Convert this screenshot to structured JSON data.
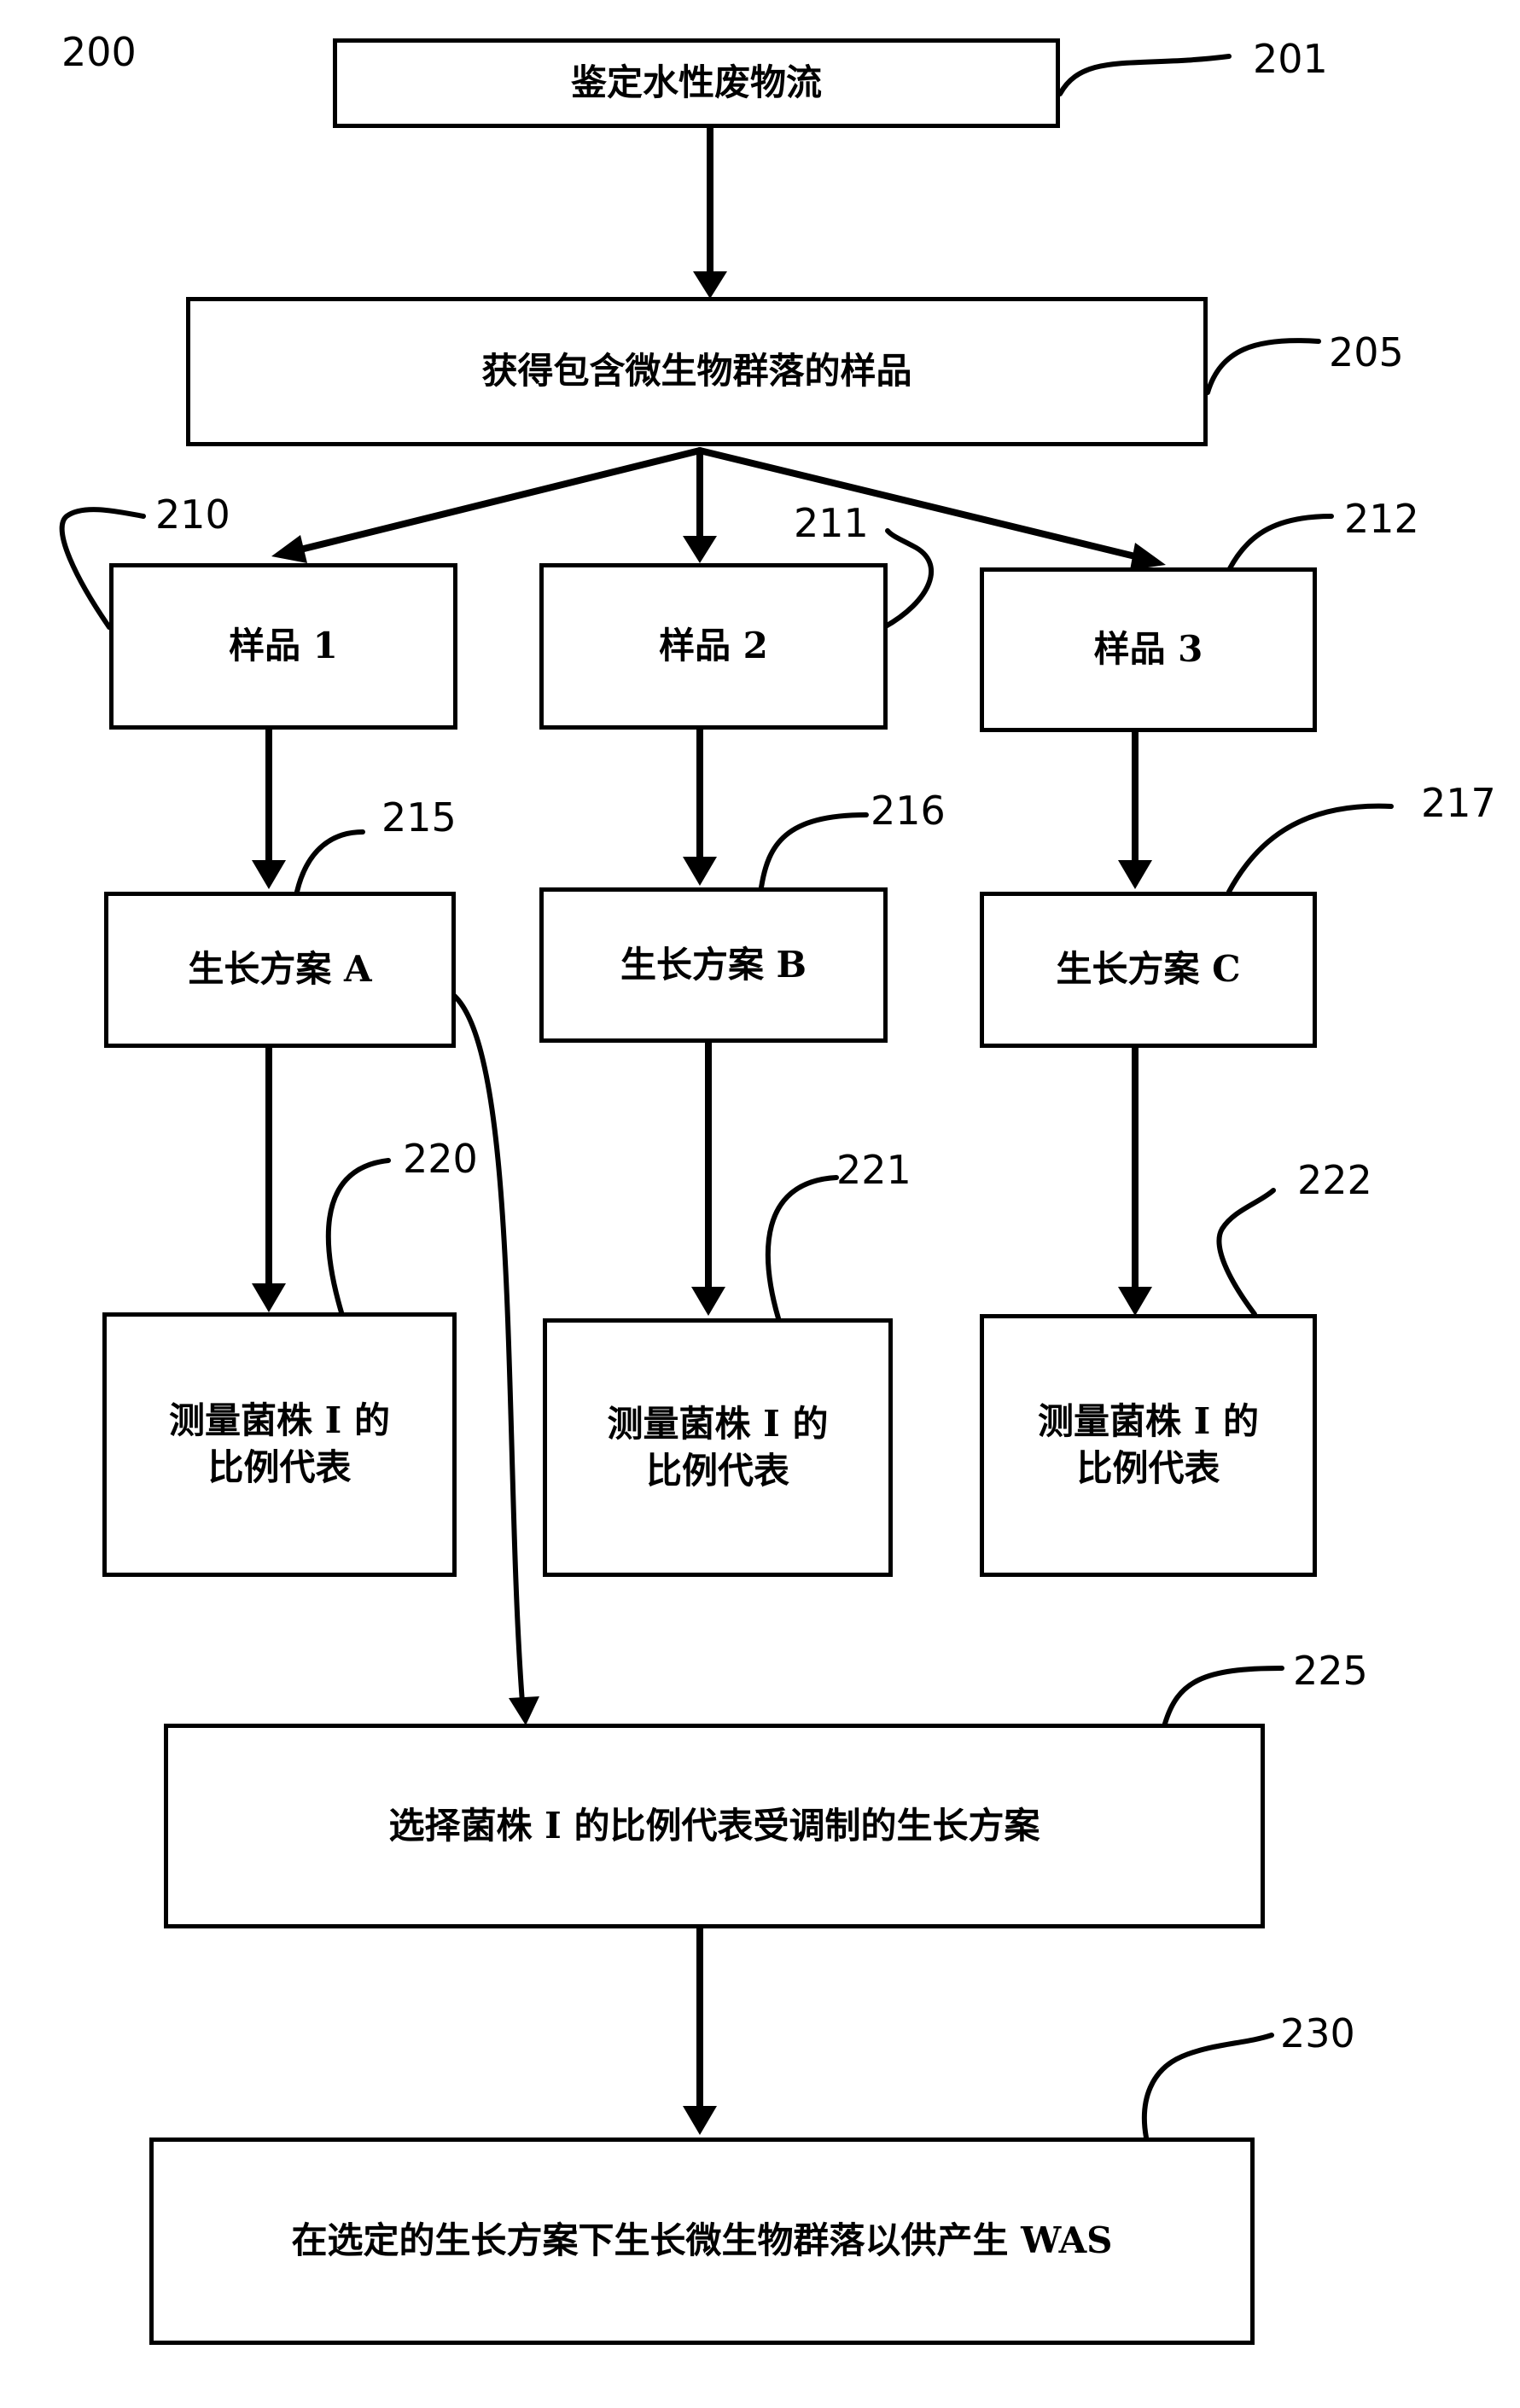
{
  "figure_number": "200",
  "steps": {
    "identify": {
      "ref": "201",
      "text": "鉴定水性废物流"
    },
    "obtain": {
      "ref": "205",
      "text": "获得包含微生物群落的样品"
    },
    "sample1": {
      "ref": "210",
      "text": "样品 1"
    },
    "sample2": {
      "ref": "211",
      "text": "样品 2"
    },
    "sample3": {
      "ref": "212",
      "text": "样品 3"
    },
    "growthA": {
      "ref": "215",
      "text": "生长方案 A"
    },
    "growthB": {
      "ref": "216",
      "text": "生长方案 B"
    },
    "growthC": {
      "ref": "217",
      "text": "生长方案 C"
    },
    "measure1": {
      "ref": "220",
      "line1": "测量菌株 I 的",
      "line2": "比例代表"
    },
    "measure2": {
      "ref": "221",
      "line1": "测量菌株 I 的",
      "line2": "比例代表"
    },
    "measure3": {
      "ref": "222",
      "line1": "测量菌株 I 的",
      "line2": "比例代表"
    },
    "select": {
      "ref": "225",
      "text": "选择菌株 I 的比例代表受调制的生长方案"
    },
    "grow": {
      "ref": "230",
      "text": "在选定的生长方案下生长微生物群落以供产生 WAS"
    }
  }
}
